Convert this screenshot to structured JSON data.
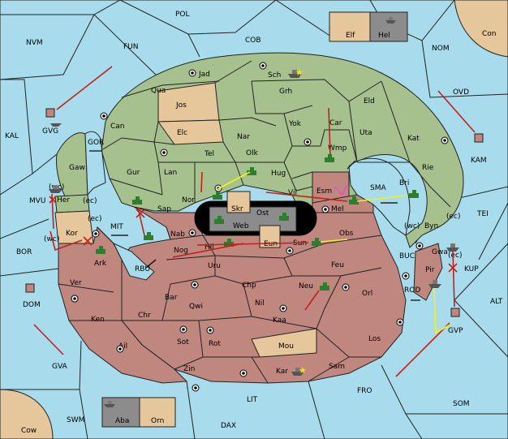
{
  "map": {
    "sea_regions": [
      {
        "id": "POL",
        "label": "POL"
      },
      {
        "id": "NVM",
        "label": "NVM"
      },
      {
        "id": "FUN",
        "label": "FUN"
      },
      {
        "id": "COB",
        "label": "COB"
      },
      {
        "id": "NOM",
        "label": "NOM"
      },
      {
        "id": "OVD",
        "label": "OVD"
      },
      {
        "id": "KAL",
        "label": "KAL"
      },
      {
        "id": "GOR",
        "label": "GOR"
      },
      {
        "id": "MIT",
        "label": "MIT"
      },
      {
        "id": "RBU",
        "label": "RBU"
      },
      {
        "id": "SMA",
        "label": "SMA"
      },
      {
        "id": "TEI",
        "label": "TEI"
      },
      {
        "id": "BUC",
        "label": "BUC"
      },
      {
        "id": "ROD",
        "label": "ROD"
      },
      {
        "id": "ALT",
        "label": "ALT"
      },
      {
        "id": "BOR",
        "label": "BOR"
      },
      {
        "id": "GVA",
        "label": "GVA"
      },
      {
        "id": "FRO",
        "label": "FRO"
      },
      {
        "id": "SOM",
        "label": "SOM"
      },
      {
        "id": "LIT",
        "label": "LIT"
      },
      {
        "id": "SWM",
        "label": "SWM"
      },
      {
        "id": "DAX",
        "label": "DAX"
      }
    ],
    "land_labels": {
      "Jad": "Jad",
      "Sch": "Sch",
      "Qua": "Qua",
      "Jos": "Jos",
      "Grh": "Grh",
      "Eld": "Eld",
      "Can": "Can",
      "Elc": "Elc",
      "Nar": "Nar",
      "Yok": "Yok",
      "Car": "Car",
      "Uta": "Uta",
      "Kat": "Kat",
      "Tel": "Tel",
      "Olk": "Olk",
      "Wmp": "Wmp",
      "Rie": "Rie",
      "Gur": "Gur",
      "Lan": "Lan",
      "Hug": "Hug",
      "Bri": "Bri",
      "Nor": "Nor",
      "Vil": "Vil",
      "Esm": "Esm",
      "Mel": "Mel",
      "Sap": "Sap",
      "Skr": "Skr",
      "Ost": "Ost",
      "Web": "Web",
      "Byn": "Byn",
      "Gwa": "Gwa",
      "Nab": "Nab",
      "Eun": "Eun",
      "Obs": "Obs",
      "Hil": "Hil",
      "Sun": "Sun",
      "Nog": "Nog",
      "Uru": "Uru",
      "Feu": "Feu",
      "Pir": "Pir",
      "Chp": "Chp",
      "Neu": "Neu",
      "Bar": "Bar",
      "Qwi": "Qwi",
      "Nil": "Nil",
      "Orl": "Orl",
      "Kaa": "Kaa",
      "Chr": "Chr",
      "Ken": "Ken",
      "Ver": "Ver",
      "Ark": "Ark",
      "Kor": "Kor",
      "Her": "Her",
      "Gaw": "Gaw",
      "Ail": "Ail",
      "Sot": "Sot",
      "Rot": "Rot",
      "Mou": "Mou",
      "Los": "Los",
      "Zin": "Zin",
      "Kar": "Kar",
      "Sam": "Sam",
      "GVG": "GVG",
      "KAM": "KAM",
      "GVP": "GVP",
      "DOM": "DOM",
      "KUP": "KUP",
      "MVU": "MVU",
      "Con": "Con",
      "Cow": "Cow",
      "Elf": "Elf",
      "Hel": "Hel",
      "Aba": "Aba",
      "Orn": "Orn"
    },
    "coast_notes": {
      "wc": "(wc)",
      "ec": "(ec)"
    },
    "colors": {
      "green": "#a7c18e",
      "red": "#c0877f",
      "tan": "#e6c69b",
      "sea": "#a8dcec",
      "grey": "#8c8c8c",
      "order_move": "#c0221a",
      "order_support": "#f2f21a"
    }
  }
}
